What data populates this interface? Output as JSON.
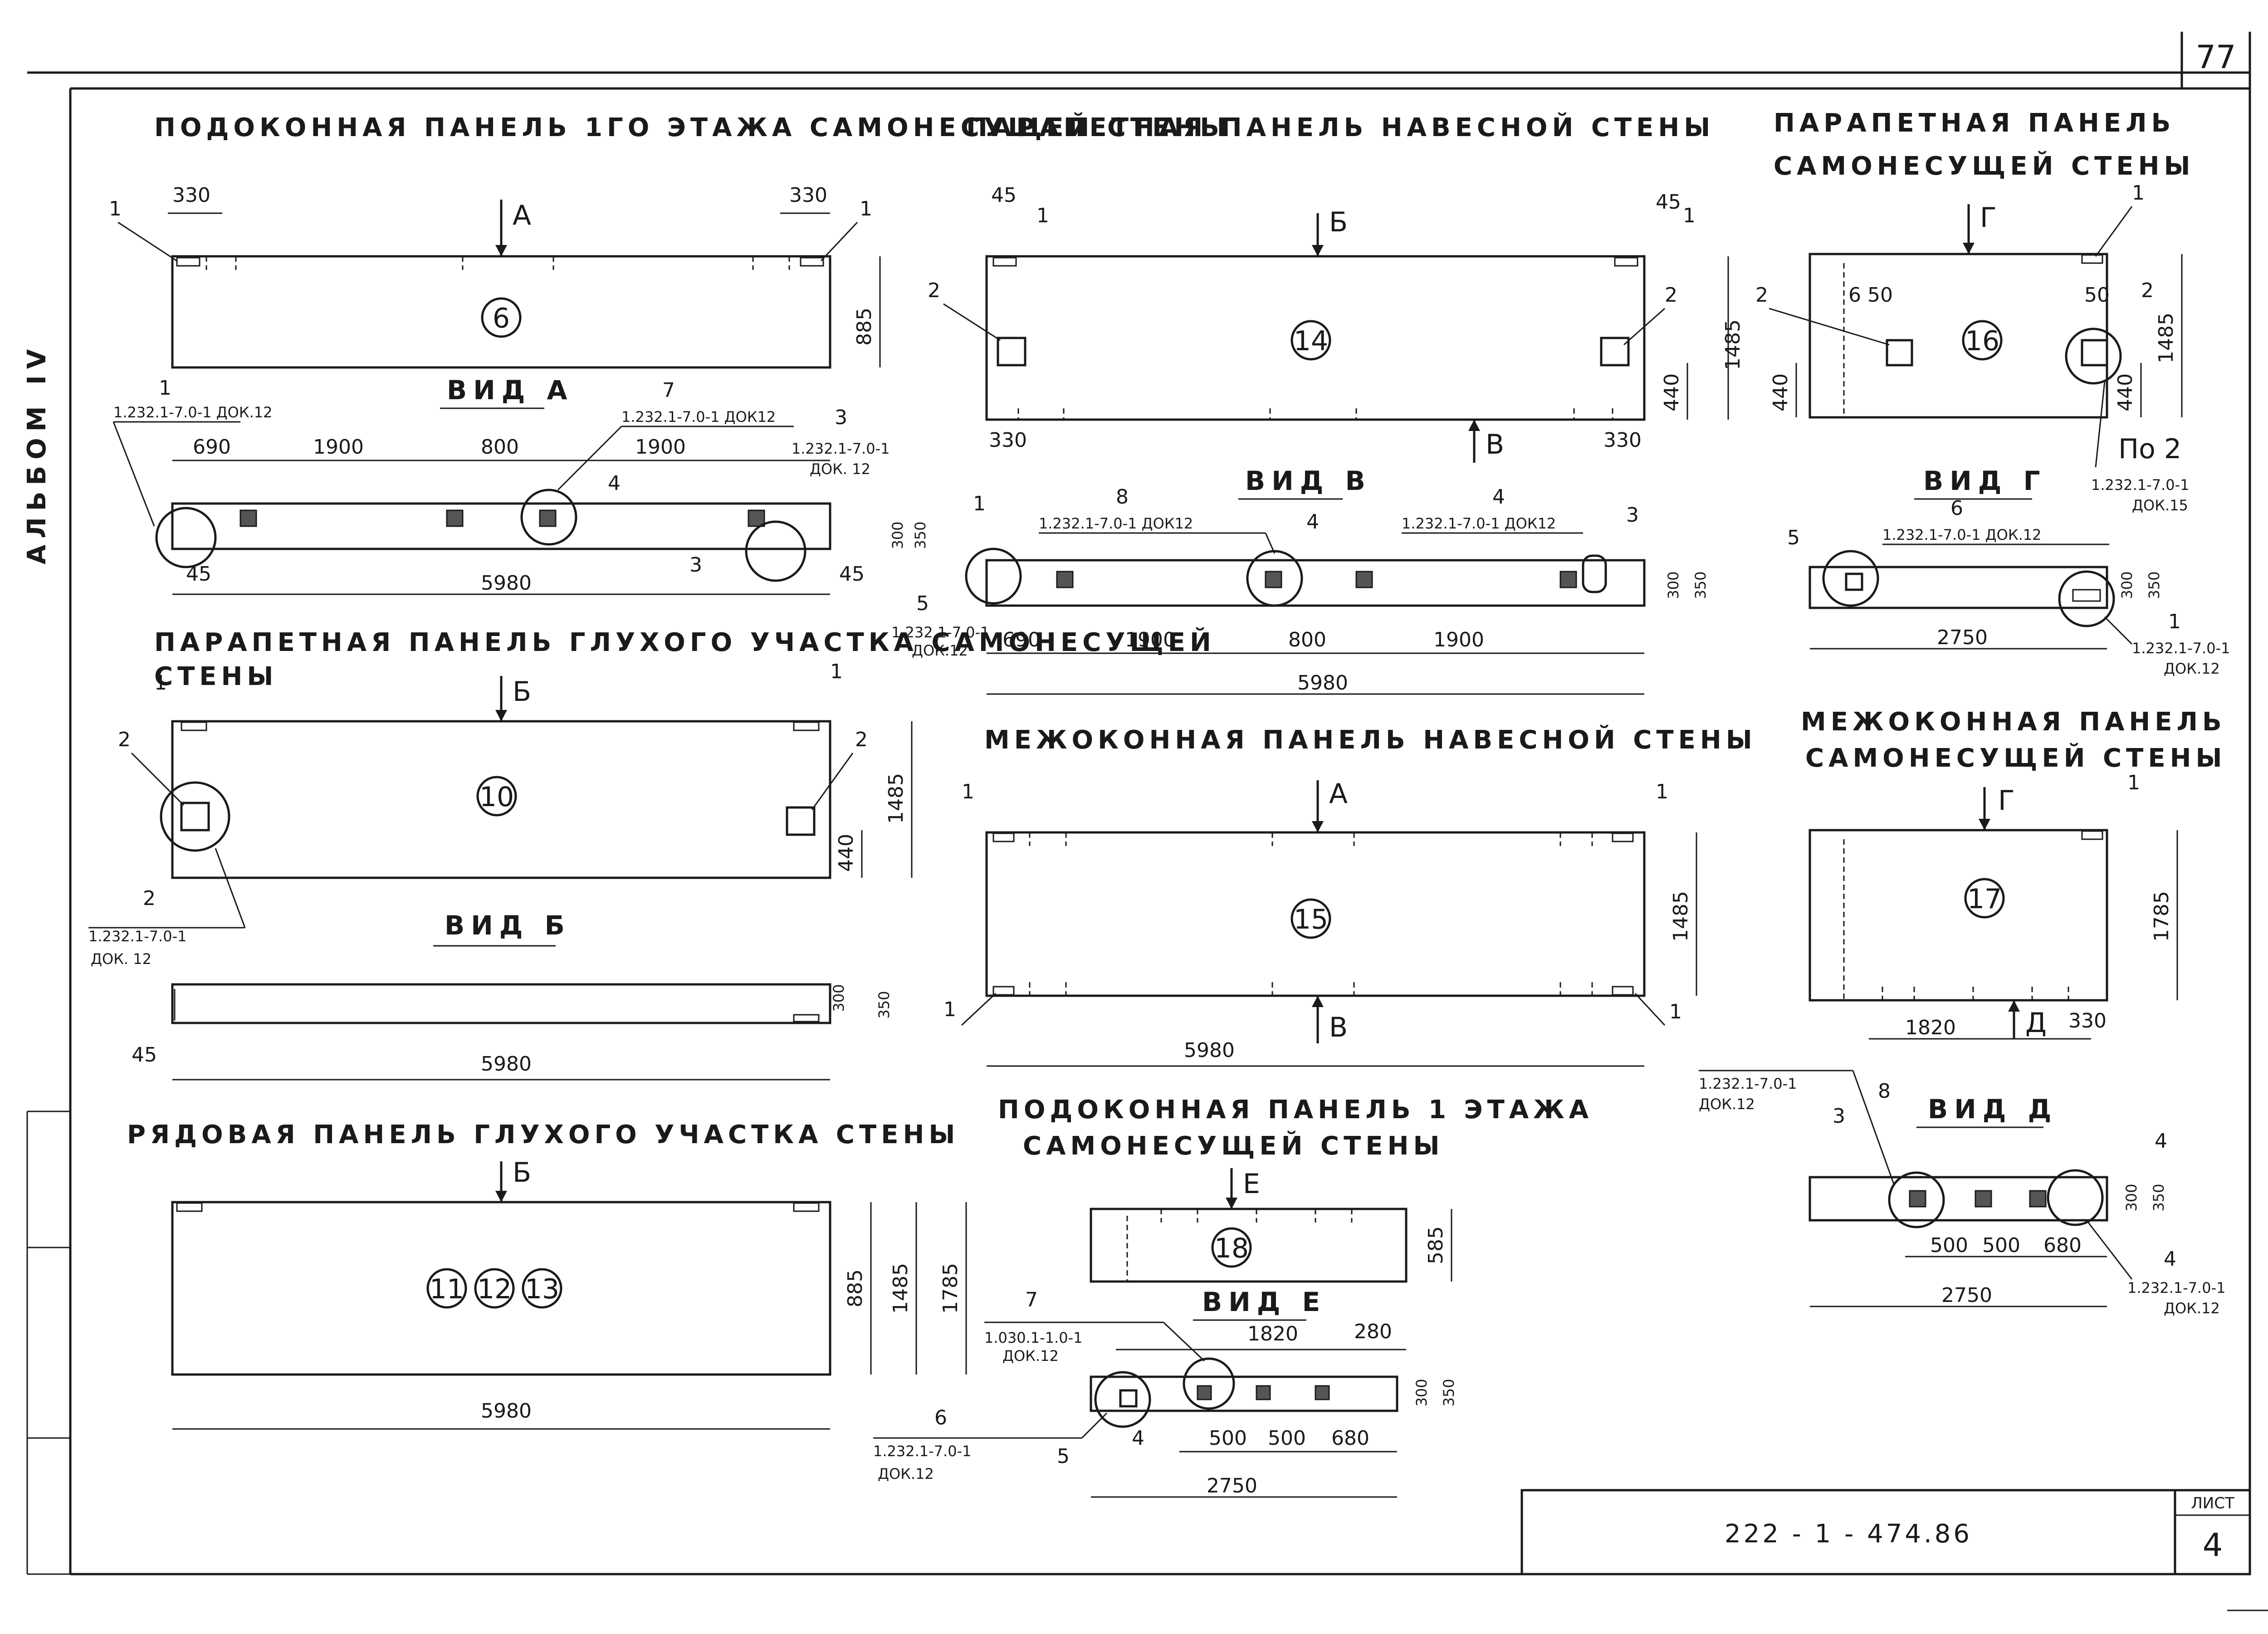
{
  "sheet": {
    "page_number": "77",
    "album_label": "АЛЬБОМ IV",
    "doc_code": "222 - 1 - 474.86",
    "list_label": "ЛИСТ",
    "list_number": "4"
  },
  "panels": {
    "p6": {
      "title": "ПОДОКОННАЯ ПАНЕЛЬ 1ГО ЭТАЖА САМОНЕСУЩЕЙ СТЕНЫ",
      "mark": "6",
      "arrow": "А",
      "dim_left": "330",
      "dim_right": "330",
      "dim_h": "885",
      "callout1": "1",
      "callout1b": "1",
      "view_title": "ВИД А",
      "view_dims": [
        "690",
        "1900",
        "800",
        "1900"
      ],
      "view_total": "5980",
      "view_end": "45",
      "view_end2": "45",
      "view_h1": "300",
      "view_h2": "350",
      "ref1_num": "1",
      "ref1": "1.232.1-7.0-1  ДОК.12",
      "ref7_num": "7",
      "ref7": "1.232.1-7.0-1 ДОК12",
      "ref3_num": "3",
      "ref3": "1.232.1-7.0-1",
      "ref3_doc": "ДОК. 12",
      "ref4": "4",
      "ref3b": "3"
    },
    "p14": {
      "title": "ПАРАПЕТНАЯ ПАНЕЛЬ НАВЕСНОЙ СТЕНЫ",
      "mark": "14",
      "arrow_top": "Б",
      "arrow_bot": "В",
      "dim_45a": "45",
      "dim_45b": "45",
      "dim_h": "1485",
      "dim_440": "440",
      "dim_330a": "330",
      "dim_330b": "330",
      "c1a": "1",
      "c1b": "1",
      "c2a": "2",
      "c2b": "2",
      "view_title": "ВИД В",
      "ref8_num": "8",
      "ref8": "1.232.1-7.0-1 ДОК12",
      "ref4_num": "4",
      "ref4": "1.232.1-7.0-1 ДОК12",
      "c1": "1",
      "c3": "3",
      "c4": "4",
      "ref5_num": "5",
      "ref5": "1.232.1-7.0-1",
      "ref5_doc": "ДОК.12",
      "view_dims": [
        "690",
        "1900",
        "800",
        "1900"
      ],
      "view_total": "5980",
      "view_h1": "300",
      "view_h2": "350"
    },
    "p16": {
      "title1": "ПАРАПЕТНАЯ ПАНЕЛЬ",
      "title2": "САМОНЕСУЩЕЙ СТЕНЫ",
      "mark": "16",
      "arrow": "Г",
      "dim_650": "6 50",
      "dim_50": "50",
      "dim_440a": "440",
      "dim_440b": "440",
      "dim_h": "1485",
      "c1": "1",
      "c2a": "2",
      "c2b": "2",
      "note_po2": "По 2",
      "ref_po2": "1.232.1-7.0-1",
      "ref_po2_doc": "ДОК.15",
      "view_title": "ВИД Г",
      "ref6_num": "6",
      "ref6": "1.232.1-7.0-1 ДОК.12",
      "c5": "5",
      "view_total": "2750",
      "view_h1": "300",
      "view_h2": "350",
      "ref1_num": "1",
      "ref1": "1.232.1-7.0-1",
      "ref1_doc": "ДОК.12"
    },
    "p10": {
      "title1": "ПАРАПЕТНАЯ ПАНЕЛЬ ГЛУХОГО УЧАСТКА САМОНЕСУЩЕЙ",
      "title2": "СТЕНЫ",
      "mark": "10",
      "arrow": "Б",
      "c1a": "1",
      "c1b": "1",
      "c2a": "2",
      "c2b": "2",
      "dim_h": "1485",
      "dim_440": "440",
      "ref2_num": "2",
      "ref2": "1.232.1-7.0-1",
      "ref2_doc": "ДОК. 12",
      "view_title": "ВИД Б",
      "view_h1": "300",
      "view_h2": "350",
      "view_end": "45",
      "view_total": "5980"
    },
    "p15": {
      "title": "МЕЖОКОННАЯ ПАНЕЛЬ НАВЕСНОЙ СТЕНЫ",
      "mark": "15",
      "arrow_top": "А",
      "arrow_bot": "В",
      "c1a": "1",
      "c1b": "1",
      "c1c": "1",
      "c1d": "1",
      "dim_h": "1485",
      "total": "5980"
    },
    "p17": {
      "title1": "МЕЖОКОННАЯ ПАНЕЛЬ",
      "title2": "САМОНЕСУЩЕЙ СТЕНЫ",
      "mark": "17",
      "arrow": "Г",
      "arrow_bot": "Д",
      "c1": "1",
      "dim_h": "1785",
      "dim_1820": "1820",
      "dim_330": "330",
      "view_title": "ВИД Д",
      "ref8_num": "8",
      "ref8": "1.232.1-7.0-1",
      "ref8_doc": "ДОК.12",
      "c3": "3",
      "c4": "4",
      "view_dims": [
        "500",
        "500",
        "680"
      ],
      "view_total": "2750",
      "view_h1": "300",
      "view_h2": "350",
      "ref4_num": "4",
      "ref4": "1.232.1-7.0-1",
      "ref4_doc": "ДОК.12"
    },
    "p11": {
      "title": "РЯДОВАЯ ПАНЕЛЬ ГЛУХОГО УЧАСТКА СТЕНЫ",
      "marks": [
        "11",
        "12",
        "13"
      ],
      "arrow": "Б",
      "dim_885": "885",
      "dim_1485": "1485",
      "dim_1785": "1785",
      "total": "5980"
    },
    "p18": {
      "title1": "ПОДОКОННАЯ ПАНЕЛЬ 1 ЭТАЖА",
      "title2": "САМОНЕСУЩЕЙ СТЕНЫ",
      "mark": "18",
      "arrow": "Е",
      "dim_h": "585",
      "view_title": "ВИД Е",
      "dim_1820": "1820",
      "dim_280": "280",
      "ref7_num": "7",
      "ref7": "1.030.1-1.0-1",
      "ref7_doc": "ДОК.12",
      "ref6_num": "6",
      "ref6": "1.232.1-7.0-1",
      "ref6_doc": "ДОК.12",
      "c5": "5",
      "c4": "4",
      "view_dims": [
        "500",
        "500",
        "680"
      ],
      "view_total": "2750",
      "view_h1": "300",
      "view_h2": "350"
    }
  }
}
